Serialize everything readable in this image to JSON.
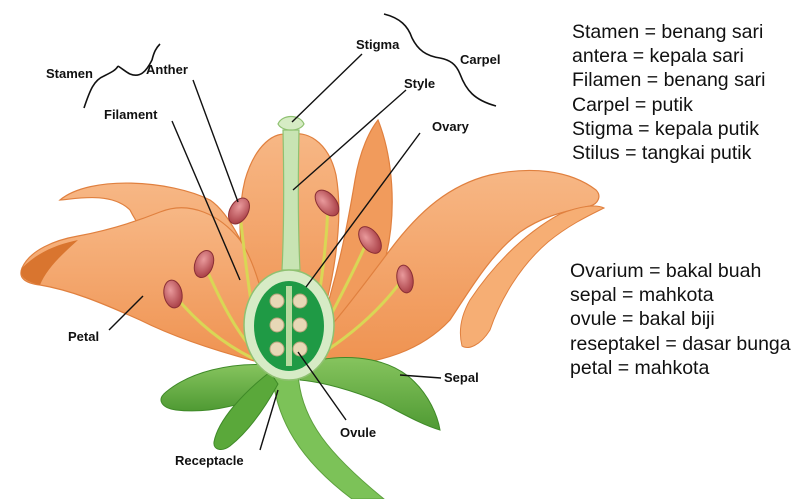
{
  "labels": {
    "stamen": "Stamen",
    "anther": "Anther",
    "filament": "Filament",
    "stigma": "Stigma",
    "style": "Style",
    "carpel": "Carpel",
    "ovary": "Ovary",
    "petal": "Petal",
    "receptacle": "Receptacle",
    "sepal": "Sepal",
    "ovule": "Ovule"
  },
  "glossary_top": [
    "Stamen = benang sari",
    "antera = kepala sari",
    "Filamen = benang sari",
    "Carpel = putik",
    "Stigma = kepala putik",
    "Stilus = tangkai putik"
  ],
  "glossary_bottom": [
    "Ovarium = bakal buah",
    "sepal = mahkota",
    "ovule = bakal biji",
    "reseptakel = dasar bunga",
    "petal = mahkota"
  ],
  "colors": {
    "petal_fill": "#f3a46b",
    "petal_edge": "#e0803f",
    "sepal_fill": "#69b344",
    "stem": "#7cc258",
    "ovary_fill": "#1f9a45",
    "anther": "#c0565a",
    "filament": "#d9d655"
  }
}
